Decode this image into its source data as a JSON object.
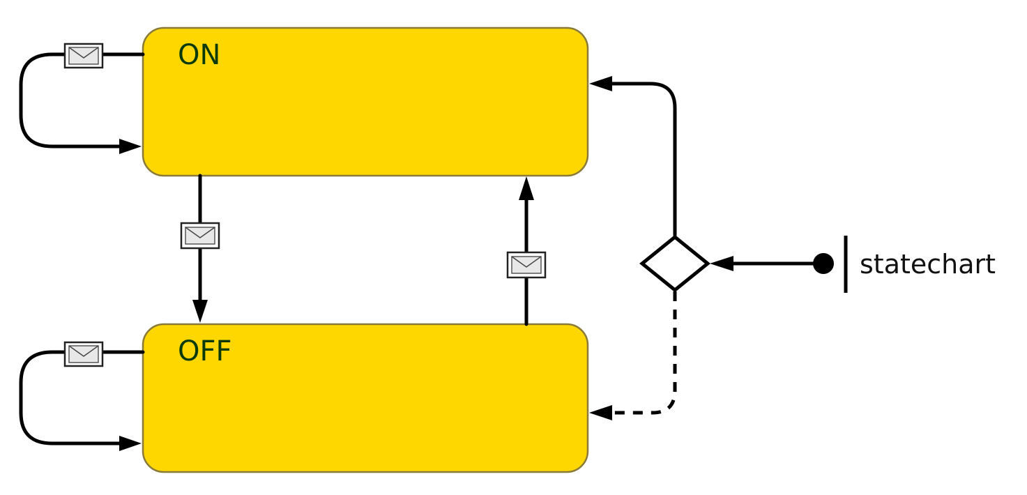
{
  "states": {
    "on": {
      "label": "ON"
    },
    "off": {
      "label": "OFF"
    }
  },
  "entry_point": {
    "label": "statechart"
  },
  "colors": {
    "state_fill": "#ffd700",
    "state_text": "#0a3a0a",
    "line": "#000000"
  },
  "icons": {
    "message_trigger": "envelope-icon",
    "branch": "diamond-branch",
    "entry": "filled-circle"
  }
}
